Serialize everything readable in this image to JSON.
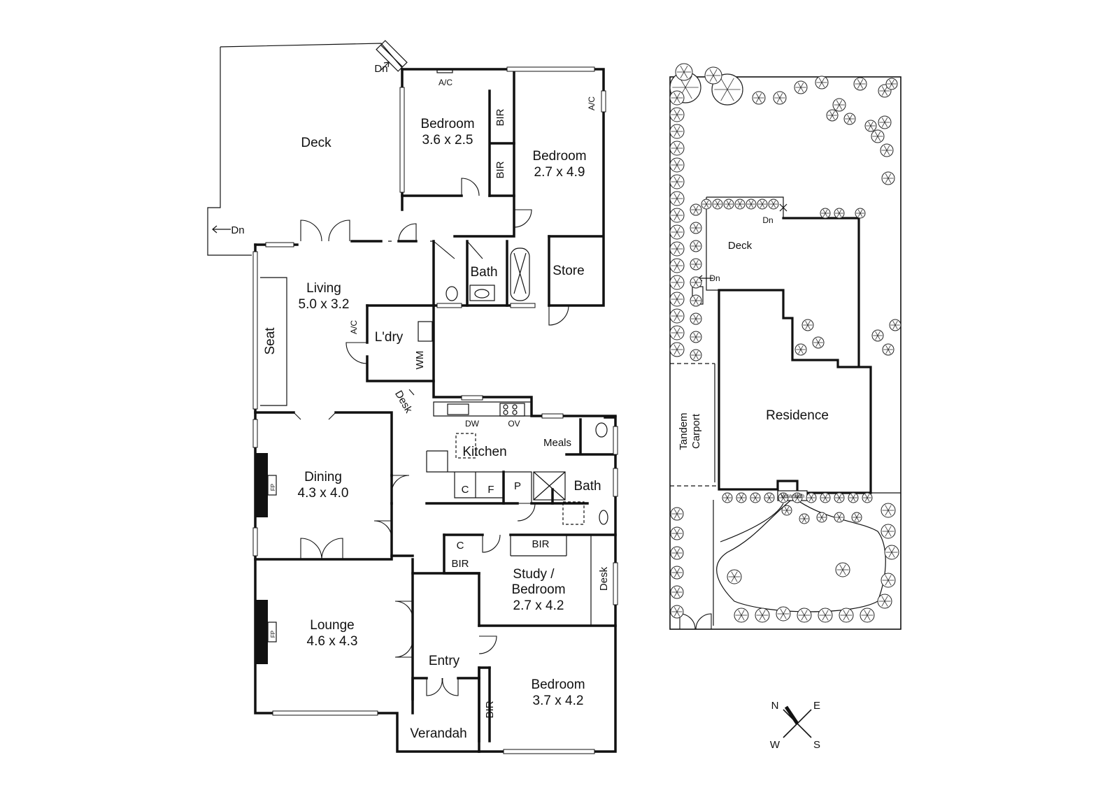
{
  "floor_plan": {
    "rooms": {
      "deck": {
        "name": "Deck"
      },
      "bedroom_a": {
        "name": "Bedroom",
        "size": "3.6 x 2.5"
      },
      "bedroom_b": {
        "name": "Bedroom",
        "size": "2.7 x 4.9"
      },
      "living": {
        "name": "Living",
        "size": "5.0 x 3.2"
      },
      "bath_upper": {
        "name": "Bath"
      },
      "store": {
        "name": "Store"
      },
      "laundry": {
        "name": "L'dry"
      },
      "kitchen": {
        "name": "Kitchen"
      },
      "meals": {
        "name": "Meals"
      },
      "bath_lower": {
        "name": "Bath"
      },
      "dining": {
        "name": "Dining",
        "size": "4.3 x 4.0"
      },
      "study": {
        "name_line1": "Study /",
        "name_line2": "Bedroom",
        "size": "2.7 x 4.2"
      },
      "lounge": {
        "name": "Lounge",
        "size": "4.6 x 4.3"
      },
      "entry": {
        "name": "Entry"
      },
      "bedroom_c": {
        "name": "Bedroom",
        "size": "3.7 x 4.2"
      },
      "verandah": {
        "name": "Verandah"
      }
    },
    "fixtures": {
      "ac": "A/C",
      "bir": "BIR",
      "dn": "Dn",
      "seat": "Seat",
      "wm": "WM",
      "desk": "Desk",
      "dw": "DW",
      "ov": "OV",
      "cupboard": "C",
      "fridge": "F",
      "pantry": "P",
      "fireplace": "FP"
    }
  },
  "site_plan": {
    "residence": "Residence",
    "deck": "Deck",
    "dn": "Dn",
    "carport_line1": "Tandem",
    "carport_line2": "Carport",
    "verandah": "Verandah"
  },
  "compass": {
    "n": "N",
    "e": "E",
    "s": "S",
    "w": "W"
  }
}
